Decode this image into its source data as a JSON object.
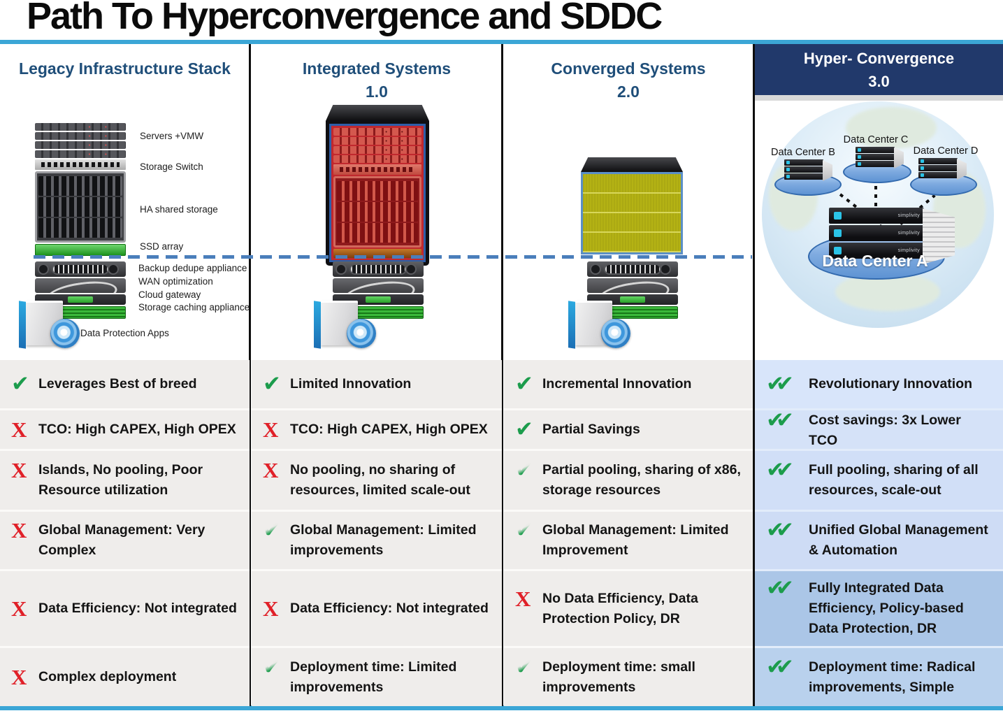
{
  "title": "Path To Hyperconvergence and SDDC",
  "colors": {
    "accent_cyan": "#3BA6D6",
    "header_blue": "#1F4E79",
    "hyper_navy": "#21396B",
    "hyper_row_blue": "#CFDEF6",
    "check_green": "#1C9C4C",
    "x_red": "#E02028",
    "dashed_divider_blue": "#4A7EBB"
  },
  "columns": [
    {
      "header": "Legacy Infrastructure Stack",
      "stack_labels": [
        "Servers +VMW",
        "Storage Switch",
        "HA shared storage",
        "SSD array",
        "Backup dedupe  appliance",
        "WAN optimization",
        "Cloud gateway",
        "Storage caching appliance",
        "Data Protection Apps"
      ],
      "rows": [
        {
          "icon": "check",
          "text": "Leverages Best of breed"
        },
        {
          "icon": "x",
          "text": "TCO: High CAPEX, High OPEX"
        },
        {
          "icon": "x",
          "text": "Islands, No pooling, Poor Resource utilization"
        },
        {
          "icon": "x",
          "text": "Global Management: Very Complex"
        },
        {
          "icon": "x",
          "text": "Data Efficiency: Not integrated"
        },
        {
          "icon": "x",
          "text": "Complex deployment"
        }
      ]
    },
    {
      "header": "Integrated Systems",
      "version": "1.0",
      "rows": [
        {
          "icon": "check",
          "text": "Limited Innovation"
        },
        {
          "icon": "x",
          "text": "TCO: High CAPEX, High OPEX"
        },
        {
          "icon": "x",
          "text": "No pooling, no sharing of resources, limited scale-out"
        },
        {
          "icon": "partial-check",
          "text": "Global Management: Limited improvements"
        },
        {
          "icon": "x",
          "text": "Data Efficiency: Not integrated"
        },
        {
          "icon": "partial-check",
          "text": "Deployment time: Limited improvements"
        }
      ]
    },
    {
      "header": "Converged Systems",
      "version": "2.0",
      "rows": [
        {
          "icon": "check",
          "text": "Incremental Innovation"
        },
        {
          "icon": "check",
          "text": "Partial Savings"
        },
        {
          "icon": "partial-check",
          "text": "Partial pooling, sharing of x86, storage resources"
        },
        {
          "icon": "partial-check",
          "text": "Global Management: Limited Improvement"
        },
        {
          "icon": "x",
          "text": "No Data Efficiency, Data Protection Policy, DR"
        },
        {
          "icon": "partial-check",
          "text": "Deployment time: small improvements"
        }
      ]
    },
    {
      "header": "Hyper- Convergence",
      "version": "3.0",
      "server_brand": "simplivity",
      "datacenters": {
        "a": "Data Center A",
        "b": "Data Center B",
        "c": "Data Center C",
        "d": "Data Center D"
      },
      "rows": [
        {
          "icon": "double-check",
          "text": "Revolutionary Innovation"
        },
        {
          "icon": "double-check",
          "text": "Cost savings: 3x Lower TCO"
        },
        {
          "icon": "double-check",
          "text": "Full pooling, sharing of all resources, scale-out"
        },
        {
          "icon": "double-check",
          "text": "Unified Global Management & Automation"
        },
        {
          "icon": "double-check",
          "text": "Fully Integrated Data Efficiency, Policy-based Data Protection, DR"
        },
        {
          "icon": "double-check",
          "text": "Deployment time: Radical improvements, Simple"
        }
      ]
    }
  ]
}
